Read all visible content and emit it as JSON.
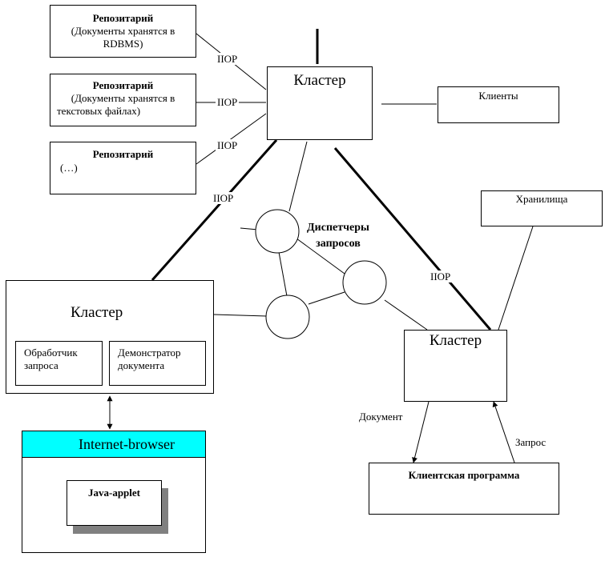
{
  "repositories": [
    {
      "title": "Репозитарий",
      "lines": [
        "(Документы хранятся в",
        "RDBMS)"
      ]
    },
    {
      "title": "Репозитарий",
      "lines": [
        "(Документы хранятся  в",
        "текстовых файлах)"
      ]
    },
    {
      "title": "Репозитарий",
      "lines": [
        "(…)"
      ]
    }
  ],
  "cluster_top": {
    "label": "Кластер"
  },
  "cluster_left": {
    "label": "Кластер",
    "handler": [
      "Обработчик",
      "запроса"
    ],
    "viewer": [
      "Демонстратор",
      "документа"
    ]
  },
  "cluster_right": {
    "label": "Кластер"
  },
  "clients": {
    "label": "Клиенты"
  },
  "storages": {
    "label": "Хранилища"
  },
  "dispatchers": {
    "label": [
      "Диспетчеры",
      "запросов"
    ]
  },
  "browser": {
    "title": "Internet-browser",
    "applet": "Java-applet",
    "title_color": "#00ffff"
  },
  "client_program": {
    "label": "Клиентская программа"
  },
  "connections": {
    "iiop": "IIOP",
    "document": "Документ",
    "request": "Запрос"
  }
}
